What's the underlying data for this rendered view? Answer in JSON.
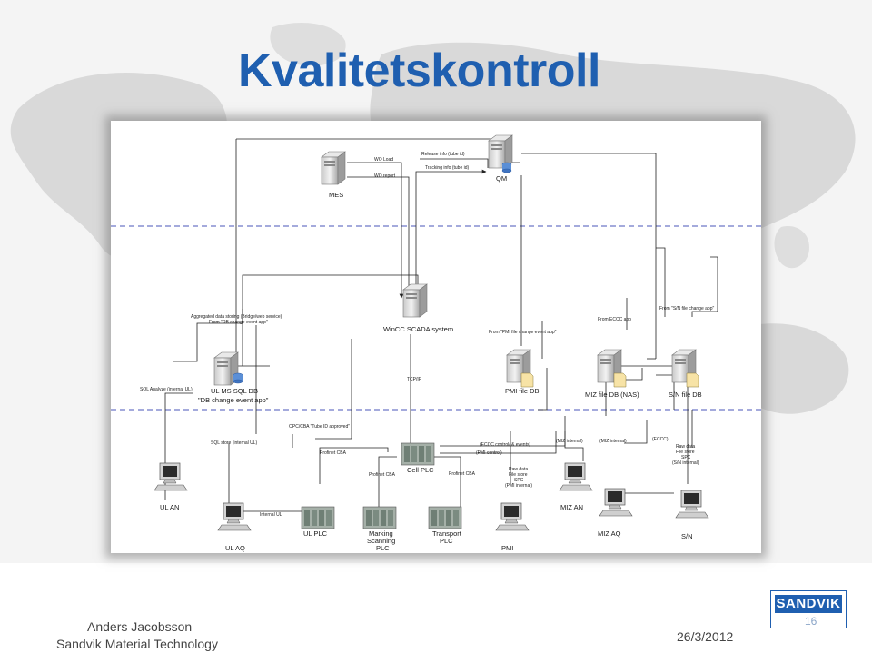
{
  "slide": {
    "title": "Kvalitetskontroll",
    "author": "Anders Jacobsson",
    "company": "Sandvik Material Technology",
    "date": "26/3/2012",
    "page_number": "16",
    "logo_text": "SANDVIK"
  },
  "colors": {
    "title": "#1f5fb0",
    "zone_divider": "#4a55b8",
    "logo_blue": "#1f5fb0"
  },
  "diagram": {
    "nodes": {
      "mes": "MES",
      "qm": "QM",
      "wincc": "WinCC SCADA system",
      "ulms_line1": "UL MS SQL DB",
      "ulms_line2": "\"DB change event app\"",
      "pmi_db": "PMI file DB",
      "miz_db": "MIZ file DB (NAS)",
      "sn_db": "S/N file DB",
      "cell_plc": "Cell PLC",
      "ul_plc": "UL PLC",
      "marking_line1": "Marking",
      "marking_line2": "Scanning",
      "marking_line3": "PLC",
      "transport_line1": "Transport",
      "transport_line2": "PLC",
      "ul_an": "UL AN",
      "ul_aq": "UL AQ",
      "pmi": "PMI",
      "miz_an": "MIZ AN",
      "miz_aq": "MIZ AQ",
      "sn": "S/N"
    },
    "edge_labels": {
      "wo_load": "WO Load",
      "wo_report": "WO report",
      "release_info": "Release info (tube id)",
      "tracking_info": "Tracking info (tube id)",
      "aggregated_line1": "Aggregated data storing (Bridge/web service)",
      "aggregated_line2": "From \"DB change event app\"",
      "from_pmi": "From \"PMI file change event app\"",
      "from_eccc": "From ECCC app",
      "from_sn": "From \"S/N file change app\"",
      "sql_analyze": "SQL Analyze (internal UL)",
      "tcpip": "TCP/IP",
      "opc_cba": "OPC/CBA \"Tube ID approved\"",
      "sql_store": "SQL store (internal UL)",
      "profinet_cba_1": "Profinet CBA",
      "profinet_cba_2": "Profinet CBA",
      "profinet_cba_3": "Profinet CBA",
      "eccc_control": "(ECCC control/ & events)",
      "pmi_control": "(PMI control)",
      "miz_internal_1": "(MIZ internal)",
      "miz_internal_2": "(MIZ internal)",
      "eccc": "(ECCC)",
      "raw_pmi_line1": "Raw data",
      "raw_pmi_line2": "File store",
      "raw_pmi_line3": "SPC",
      "raw_pmi_line4": "(PMI internal)",
      "raw_sn_line1": "Raw data",
      "raw_sn_line2": "File store",
      "raw_sn_line3": "SPC",
      "raw_sn_line4": "(S/N internal)",
      "internal_ul": "Internal UL"
    }
  }
}
